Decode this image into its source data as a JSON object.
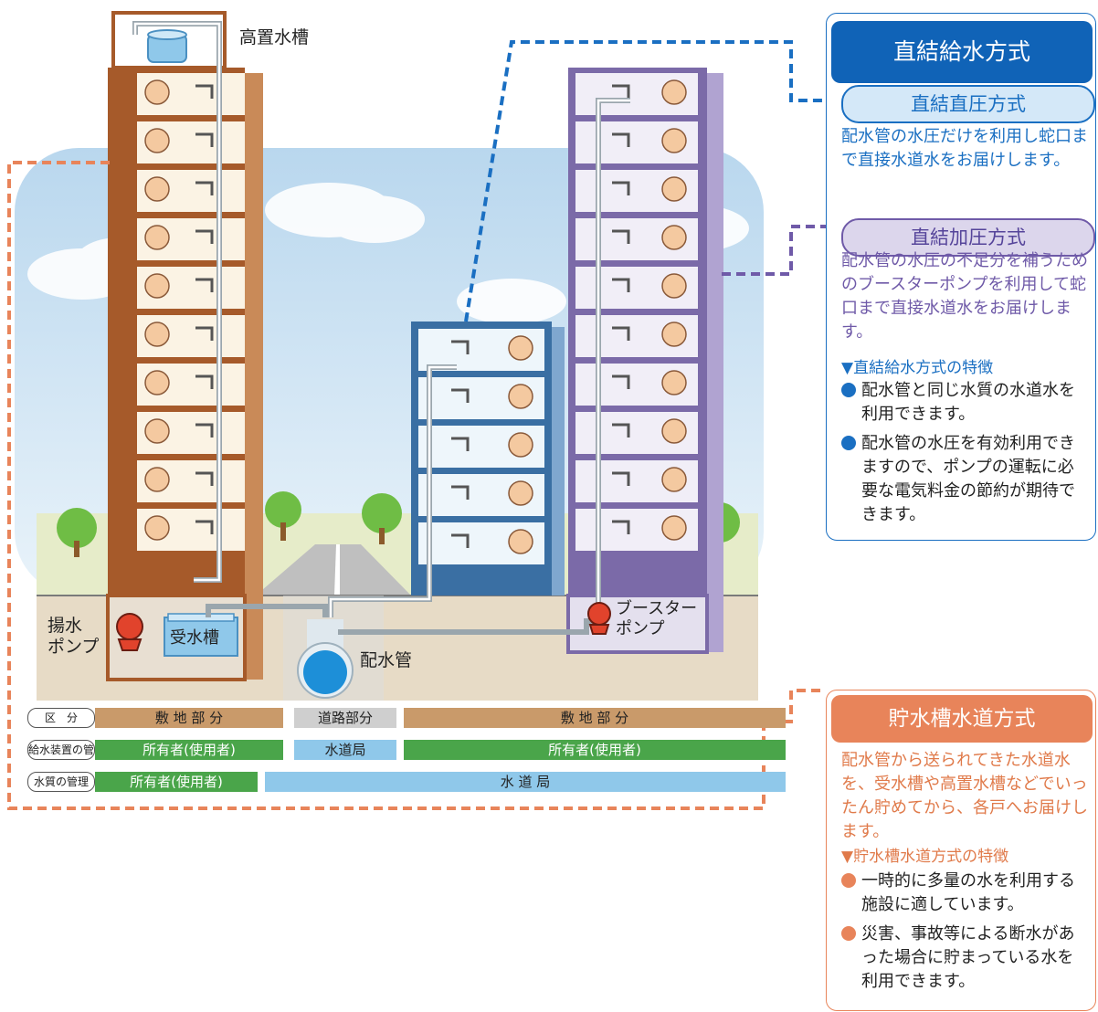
{
  "colors": {
    "blue": "#1a6fc2",
    "orange": "#e8845a",
    "purple": "#6f5aa8",
    "brown_building": "#a65a2a",
    "navy_building": "#3a6fa3",
    "purple_building": "#7b6aa8",
    "ground": "#e7dbc6",
    "sky": "#cfe3f2",
    "pump_red": "#e1432c",
    "green_row": "#4aa54a",
    "tan_row": "#c99a6a",
    "light_blue_row": "#8fc8ea"
  },
  "labels": {
    "elevated_tank": "高置水槽",
    "lift_pump": "揚水\nポンプ",
    "receiving_tank": "受水槽",
    "distribution_pipe": "配水管",
    "booster_pump": "ブースター\nポンプ"
  },
  "division_table": {
    "rows": [
      {
        "label": "区　分",
        "segments": [
          {
            "text": "敷 地 部 分",
            "color": "tan"
          },
          {
            "text": "道路部分",
            "color": "gray"
          },
          {
            "text": "敷 地 部 分",
            "color": "tan"
          }
        ]
      },
      {
        "label": "給水装置の管理",
        "segments": [
          {
            "text": "所有者(使用者)",
            "color": "green"
          },
          {
            "text": "水道局",
            "color": "lightblue"
          },
          {
            "text": "所有者(使用者)",
            "color": "green"
          }
        ]
      },
      {
        "label": "水質の管理",
        "segments": [
          {
            "text": "所有者(使用者)",
            "color": "green"
          },
          {
            "text": "水 道 局",
            "color": "lightblue"
          }
        ]
      }
    ]
  },
  "direct_panel": {
    "title": "直結給水方式",
    "direct_pressure": {
      "title": "直結直圧方式",
      "text": "配水管の水圧だけを利用し蛇口まで直接水道水をお届けします。"
    },
    "booster": {
      "title": "直結加圧方式",
      "text": "配水管の水圧の不足分を補うためのブースターポンプを利用して蛇口まで直接水道水をお届けします。"
    },
    "features_heading": "▼直結給水方式の特徴",
    "features": [
      "配水管と同じ水質の水道水を利用できます。",
      "配水管の水圧を有効利用できますので、ポンプの運転に必要な電気料金の節約が期待できます。"
    ]
  },
  "tank_panel": {
    "title": "貯水槽水道方式",
    "text": "配水管から送られてきた水道水を、受水槽や高置水槽などでいったん貯めてから、各戸へお届けします。",
    "features_heading": "▼貯水槽水道方式の特徴",
    "features": [
      "一時的に多量の水を利用する施設に適しています。",
      "災害、事故等による断水があった場合に貯まっている水を利用できます。"
    ]
  }
}
